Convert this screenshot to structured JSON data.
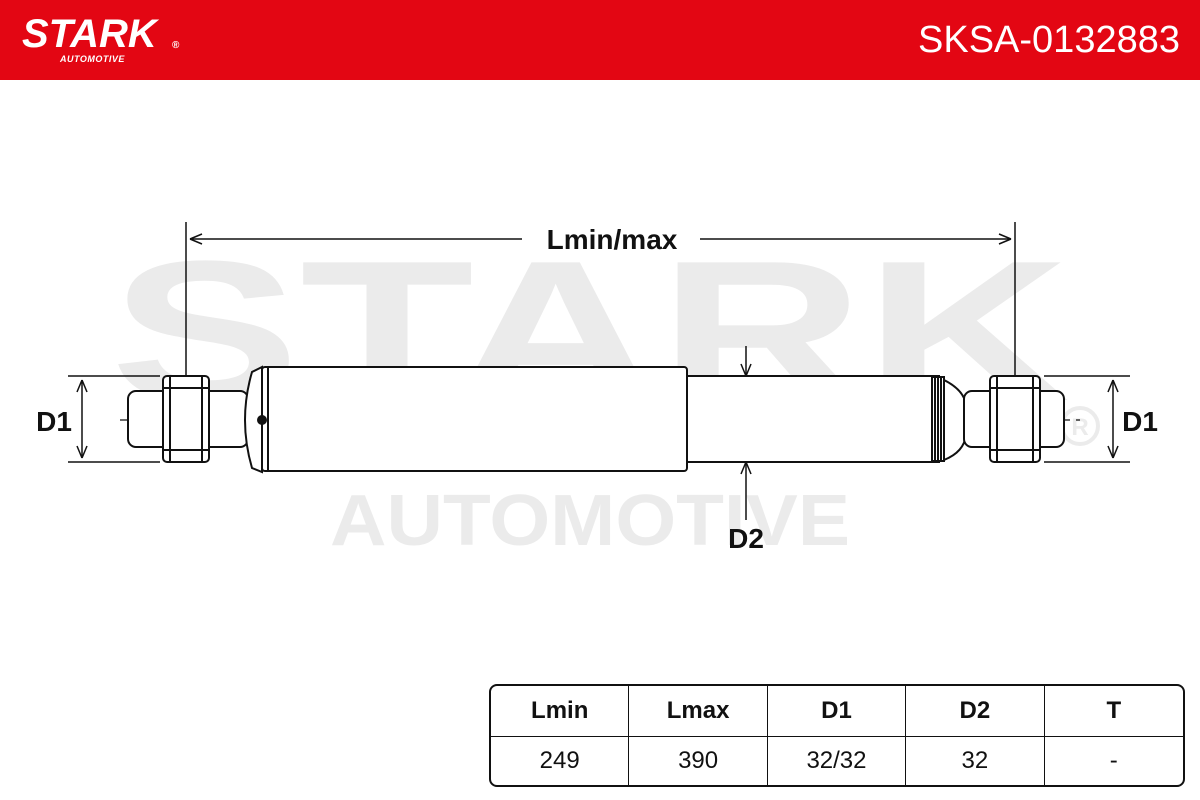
{
  "header": {
    "brand": "STARK",
    "brand_sub": "AUTOMOTIVE",
    "registered_mark": "®",
    "part_number": "SKSA-0132883",
    "background_color": "#e30613"
  },
  "watermark": {
    "brand": "STARK",
    "sub": "AUTOMOTIVE",
    "registered_mark": "®"
  },
  "drawing": {
    "length_label": "Lmin/max",
    "d1_left": "D1",
    "d1_right": "D1",
    "d2": "D2"
  },
  "spec_table": {
    "headers": [
      "Lmin",
      "Lmax",
      "D1",
      "D2",
      "T"
    ],
    "values": [
      "249",
      "390",
      "32/32",
      "32",
      "-"
    ]
  }
}
